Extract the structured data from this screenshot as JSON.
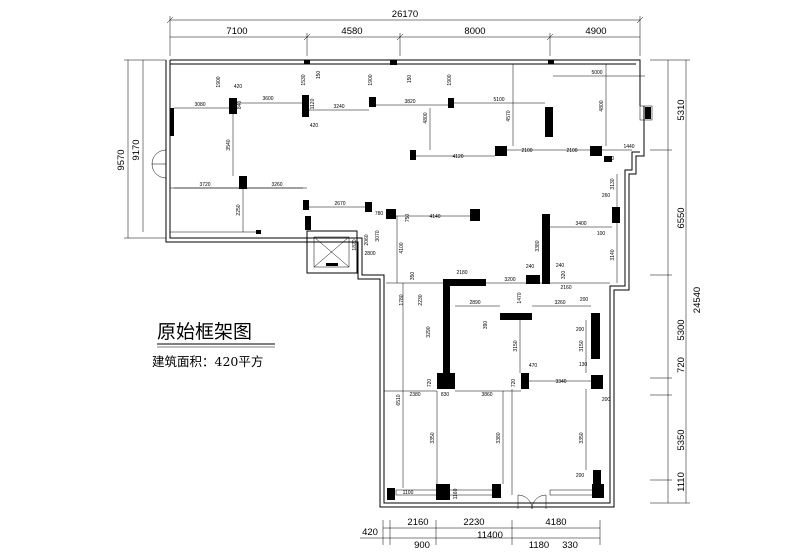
{
  "title": "原始框架图",
  "subtitle": "建筑面积：420平方",
  "dims": {
    "top_total": "26170",
    "top_1": "7100",
    "top_2": "4580",
    "top_3": "8000",
    "top_4": "4900",
    "left_outer": "9570",
    "left_inner": "9170",
    "right_1": "5310",
    "right_2": "6550",
    "right_3": "24540",
    "right_4": "5300",
    "right_5": "720",
    "right_6": "5350",
    "right_7": "1110",
    "bottom_1": "420",
    "bottom_2": "2160",
    "bottom_3": "2230",
    "bottom_4": "4180",
    "bottom_5": "900",
    "bottom_6": "11400",
    "bottom_7": "1180",
    "bottom_8": "330"
  },
  "inner_dims": {
    "d1": "3080",
    "d2": "3600",
    "d3": "3240",
    "d4": "3820",
    "d5": "5100",
    "d6": "5000",
    "d7": "3720",
    "d8": "3260",
    "d9": "2670",
    "d10": "4140",
    "d11": "4120",
    "d12": "2100",
    "d13": "2100",
    "d14": "1440",
    "d15": "3400",
    "d16": "2180",
    "d17": "3200",
    "d18": "2160",
    "d19": "2890",
    "d20": "3260",
    "d21": "2380",
    "d22": "3860",
    "d23": "3340",
    "d24": "2800",
    "d25": "4100",
    "d26": "6510",
    "d27": "3350",
    "d28": "3380",
    "d29": "3350",
    "d30": "3540",
    "d31": "2250",
    "d32": "4800",
    "d33": "4570",
    "d34": "4800",
    "d35": "3380",
    "d36": "3150",
    "d37": "3150",
    "d38": "3140",
    "d39": "3130",
    "d40": "1900",
    "d41": "1900",
    "d42": "1900",
    "d43": "420",
    "d44": "840",
    "d45": "1120",
    "d46": "420",
    "d47": "1530",
    "d48": "150",
    "d49": "150",
    "d50": "790",
    "d51": "260",
    "d52": "100",
    "d53": "240",
    "d54": "320",
    "d55": "200",
    "d56": "200",
    "d57": "200",
    "d58": "200",
    "d59": "130",
    "d60": "470",
    "d61": "720",
    "d62": "720",
    "d63": "830",
    "d64": "390",
    "d65": "1470",
    "d66": "3290",
    "d67": "2230",
    "d68": "1780",
    "d69": "350",
    "d70": "1050",
    "d71": "1820",
    "d72": "2060",
    "d73": "3070",
    "d74": "780",
    "d75": "750",
    "d76": "1160",
    "d77": "1100"
  }
}
